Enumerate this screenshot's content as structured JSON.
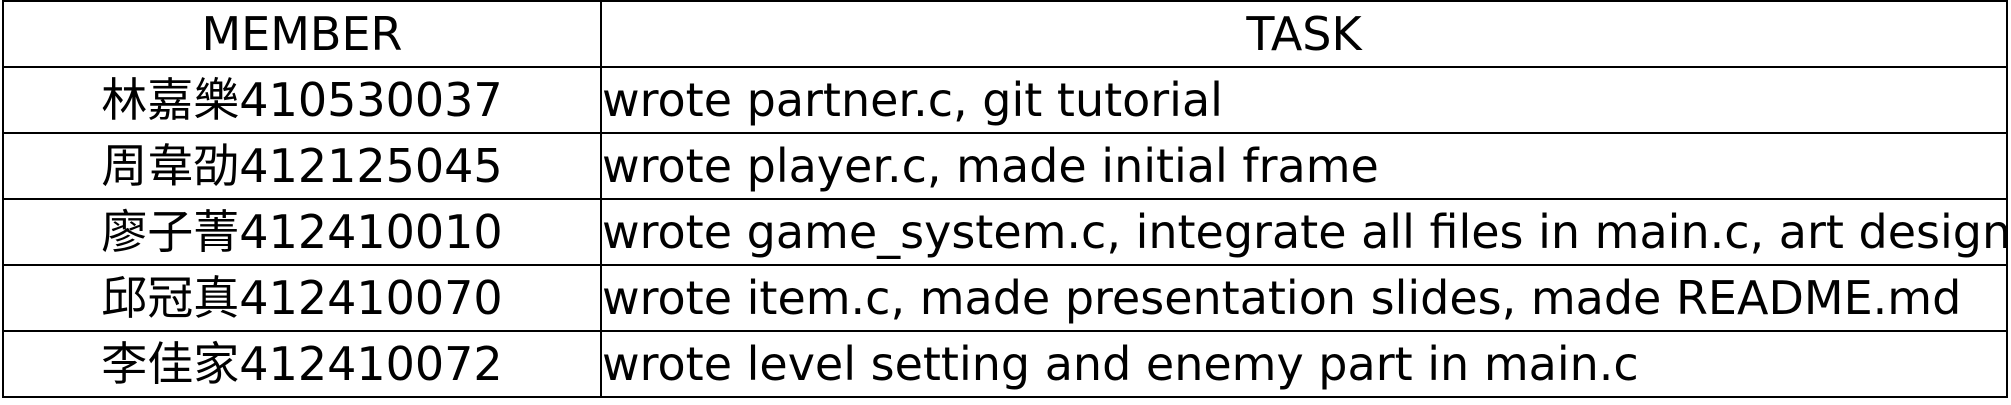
{
  "header": {
    "member": "MEMBER",
    "task": "TASK"
  },
  "rows": [
    {
      "member": "林嘉樂410530037",
      "task": "wrote partner.c, git tutorial"
    },
    {
      "member": "周韋劭412125045",
      "task": "wrote player.c, made initial frame"
    },
    {
      "member": "廖子菁412410010",
      "task": "wrote game_system.c,  integrate all files in main.c, art design"
    },
    {
      "member": "邱冠真412410070",
      "task": "wrote item.c, made presentation slides, made README.md"
    },
    {
      "member": "李佳家412410072",
      "task": "wrote level setting and enemy part in main.c"
    }
  ]
}
